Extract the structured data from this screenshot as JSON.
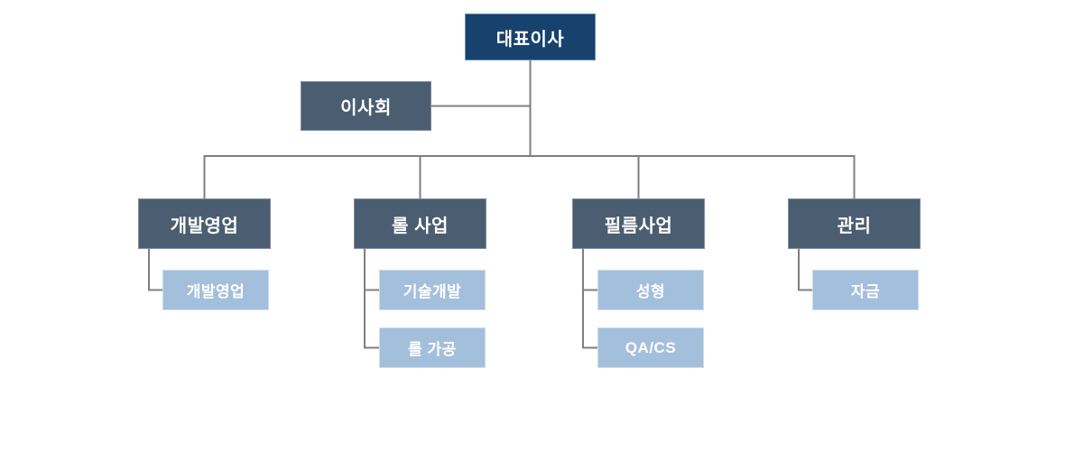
{
  "colors": {
    "root_fill": "#17426D",
    "branch_fill": "#4B5E71",
    "leaf_fill": "#A4BFDB",
    "connector": "#7F7F7F",
    "label_text": "#FFFFFF",
    "background": "#FFFFFF"
  },
  "org": {
    "root": {
      "label": "대표이사"
    },
    "staff": {
      "label": "이사회"
    },
    "departments": [
      {
        "label": "개발영업",
        "children": [
          {
            "label": "개발영업"
          }
        ]
      },
      {
        "label": "롤 사업",
        "children": [
          {
            "label": "기술개발"
          },
          {
            "label": "롤 가공"
          }
        ]
      },
      {
        "label": "필름사업",
        "children": [
          {
            "label": "성형"
          },
          {
            "label": "QA/CS"
          }
        ]
      },
      {
        "label": "관리",
        "children": [
          {
            "label": "자금"
          }
        ]
      }
    ]
  }
}
